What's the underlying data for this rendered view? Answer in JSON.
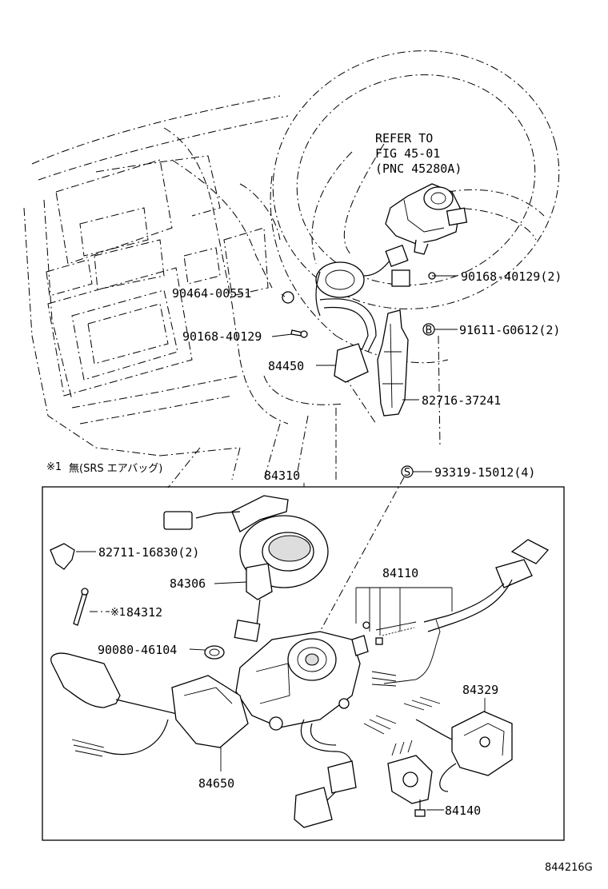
{
  "refer_note": {
    "line1": "REFER TO",
    "line2": "FIG 45-01",
    "line3": "(PNC 45280A)"
  },
  "parts_upper": {
    "p90168_top": "90168-40129(2)",
    "p90464": "90464-00551",
    "p90168": "90168-40129",
    "p91611": "91611-G0612(2)",
    "p84450": "84450",
    "p82716": "82716-37241"
  },
  "footnote": {
    "mark": "※1",
    "text": "無(SRS エアバッグ)"
  },
  "parts_lower": {
    "p84310": "84310",
    "p93319": "93319-15012(4)",
    "p82711": "82711-16830(2)",
    "p84306": "84306",
    "p84110": "84110",
    "p84312_mark": "※1",
    "p84312": "84312",
    "p90080": "90080-46104",
    "p84329": "84329",
    "p84650": "84650",
    "p84140": "84140"
  },
  "circle_symbols": {
    "b": "B",
    "s": "S"
  },
  "figure_code": "844216G"
}
